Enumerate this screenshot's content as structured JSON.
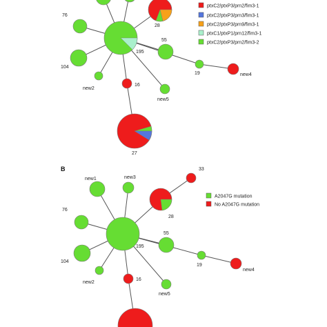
{
  "panel_b_label": "B",
  "colors": {
    "green": "#66dd33",
    "red": "#ee1c1c",
    "blue": "#5577dd",
    "orange": "#f7a11a",
    "light_green": "#aaf0cc",
    "edge": "#555555",
    "node_stroke": "#777777"
  },
  "panel_a": {
    "legend": [
      {
        "label": "ptxC2/ptxP3/prn2/fim3-1",
        "color": "#ee1c1c"
      },
      {
        "label": "ptxC2/ptxP3/prn3/fim3-1",
        "color": "#5577dd"
      },
      {
        "label": "ptxC2/ptxP3/prn9/fim3-1",
        "color": "#f7a11a"
      },
      {
        "label": "ptxC1/ptxP1/prn12/fim3-1",
        "color": "#aaf0cc"
      },
      {
        "label": "ptxC2/ptxP3/prn2/fim3-2",
        "color": "#66dd33"
      }
    ],
    "node_labels": {
      "n28": "28",
      "n55": "55",
      "n76": "76",
      "n104": "104",
      "n195": "195",
      "n19": "19",
      "new4": "new4",
      "n16": "16",
      "new2": "new2",
      "new5": "new5",
      "n27": "27"
    }
  },
  "panel_b": {
    "legend": [
      {
        "label": "A2047G mutation",
        "color": "#66dd33"
      },
      {
        "label": "No A2047G mutation",
        "color": "#ee1c1c"
      }
    ],
    "node_labels": {
      "n33": "33",
      "new1": "new1",
      "new3": "new3",
      "n28": "28",
      "n76": "76",
      "n55": "55",
      "n104": "104",
      "n195": "195",
      "n19": "19",
      "new4": "new4",
      "n16": "16",
      "new2": "new2",
      "new5": "new5"
    }
  }
}
